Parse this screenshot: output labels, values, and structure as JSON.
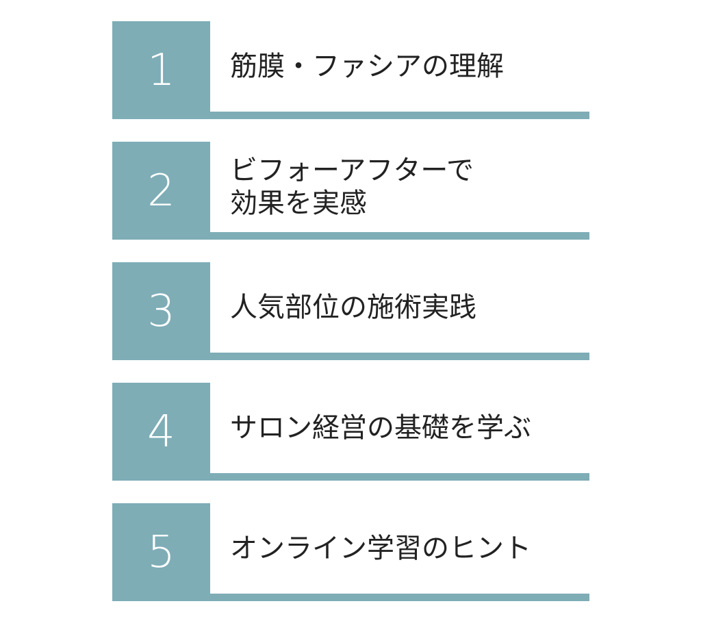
{
  "items": [
    {
      "number": "1",
      "label": "筋膜・ファシアの理解"
    },
    {
      "number": "2",
      "label": "ビフォーアフターで\n効果を実感"
    },
    {
      "number": "3",
      "label": "人気部位の施術実践"
    },
    {
      "number": "4",
      "label": "サロン経営の基礎を学ぶ"
    },
    {
      "number": "5",
      "label": "オンライン学習のヒント"
    }
  ],
  "colors": {
    "accent": "#7eadb6",
    "text": "#222222",
    "number_text": "#ffffff"
  }
}
